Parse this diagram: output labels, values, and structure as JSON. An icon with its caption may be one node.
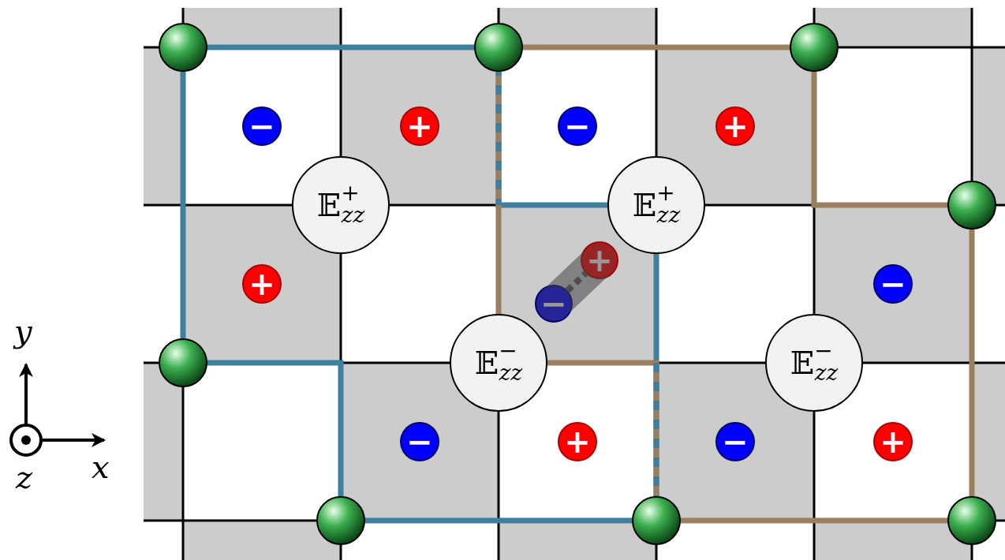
{
  "diagram": {
    "nodes": [
      {
        "text": [
          "−"
        ]
      },
      {
        "text": [
          "+"
        ]
      },
      {
        "text": [
          "−"
        ]
      },
      {
        "text": [
          "+"
        ]
      },
      {
        "text": [
          "𝔼$^{+}$$_{zz}$"
        ]
      },
      {
        "text": [
          "𝔼$^{+}$$_{zz}$"
        ]
      },
      {
        "text": [
          "+"
        ]
      },
      {
        "text": [
          "+"
        ]
      },
      {
        "text": [
          "−"
        ]
      },
      {
        "text": [
          "−"
        ]
      },
      {
        "text": [
          "𝔼$^{−}$$_{zz}$"
        ]
      },
      {
        "text": [
          "𝔼$^{−}$$_{zz}$"
        ]
      },
      {
        "text": [
          "−"
        ]
      },
      {
        "text": [
          "+"
        ]
      },
      {
        "text": [
          "−"
        ]
      },
      {
        "text": [
          "+"
        ]
      }
    ],
    "edges": [
      {
        "from": 9,
        "to": 6,
        "arrow": "none",
        "style": "dashed"
      }
    ],
    "labels": [
      "y",
      "z",
      "x"
    ]
  }
}
